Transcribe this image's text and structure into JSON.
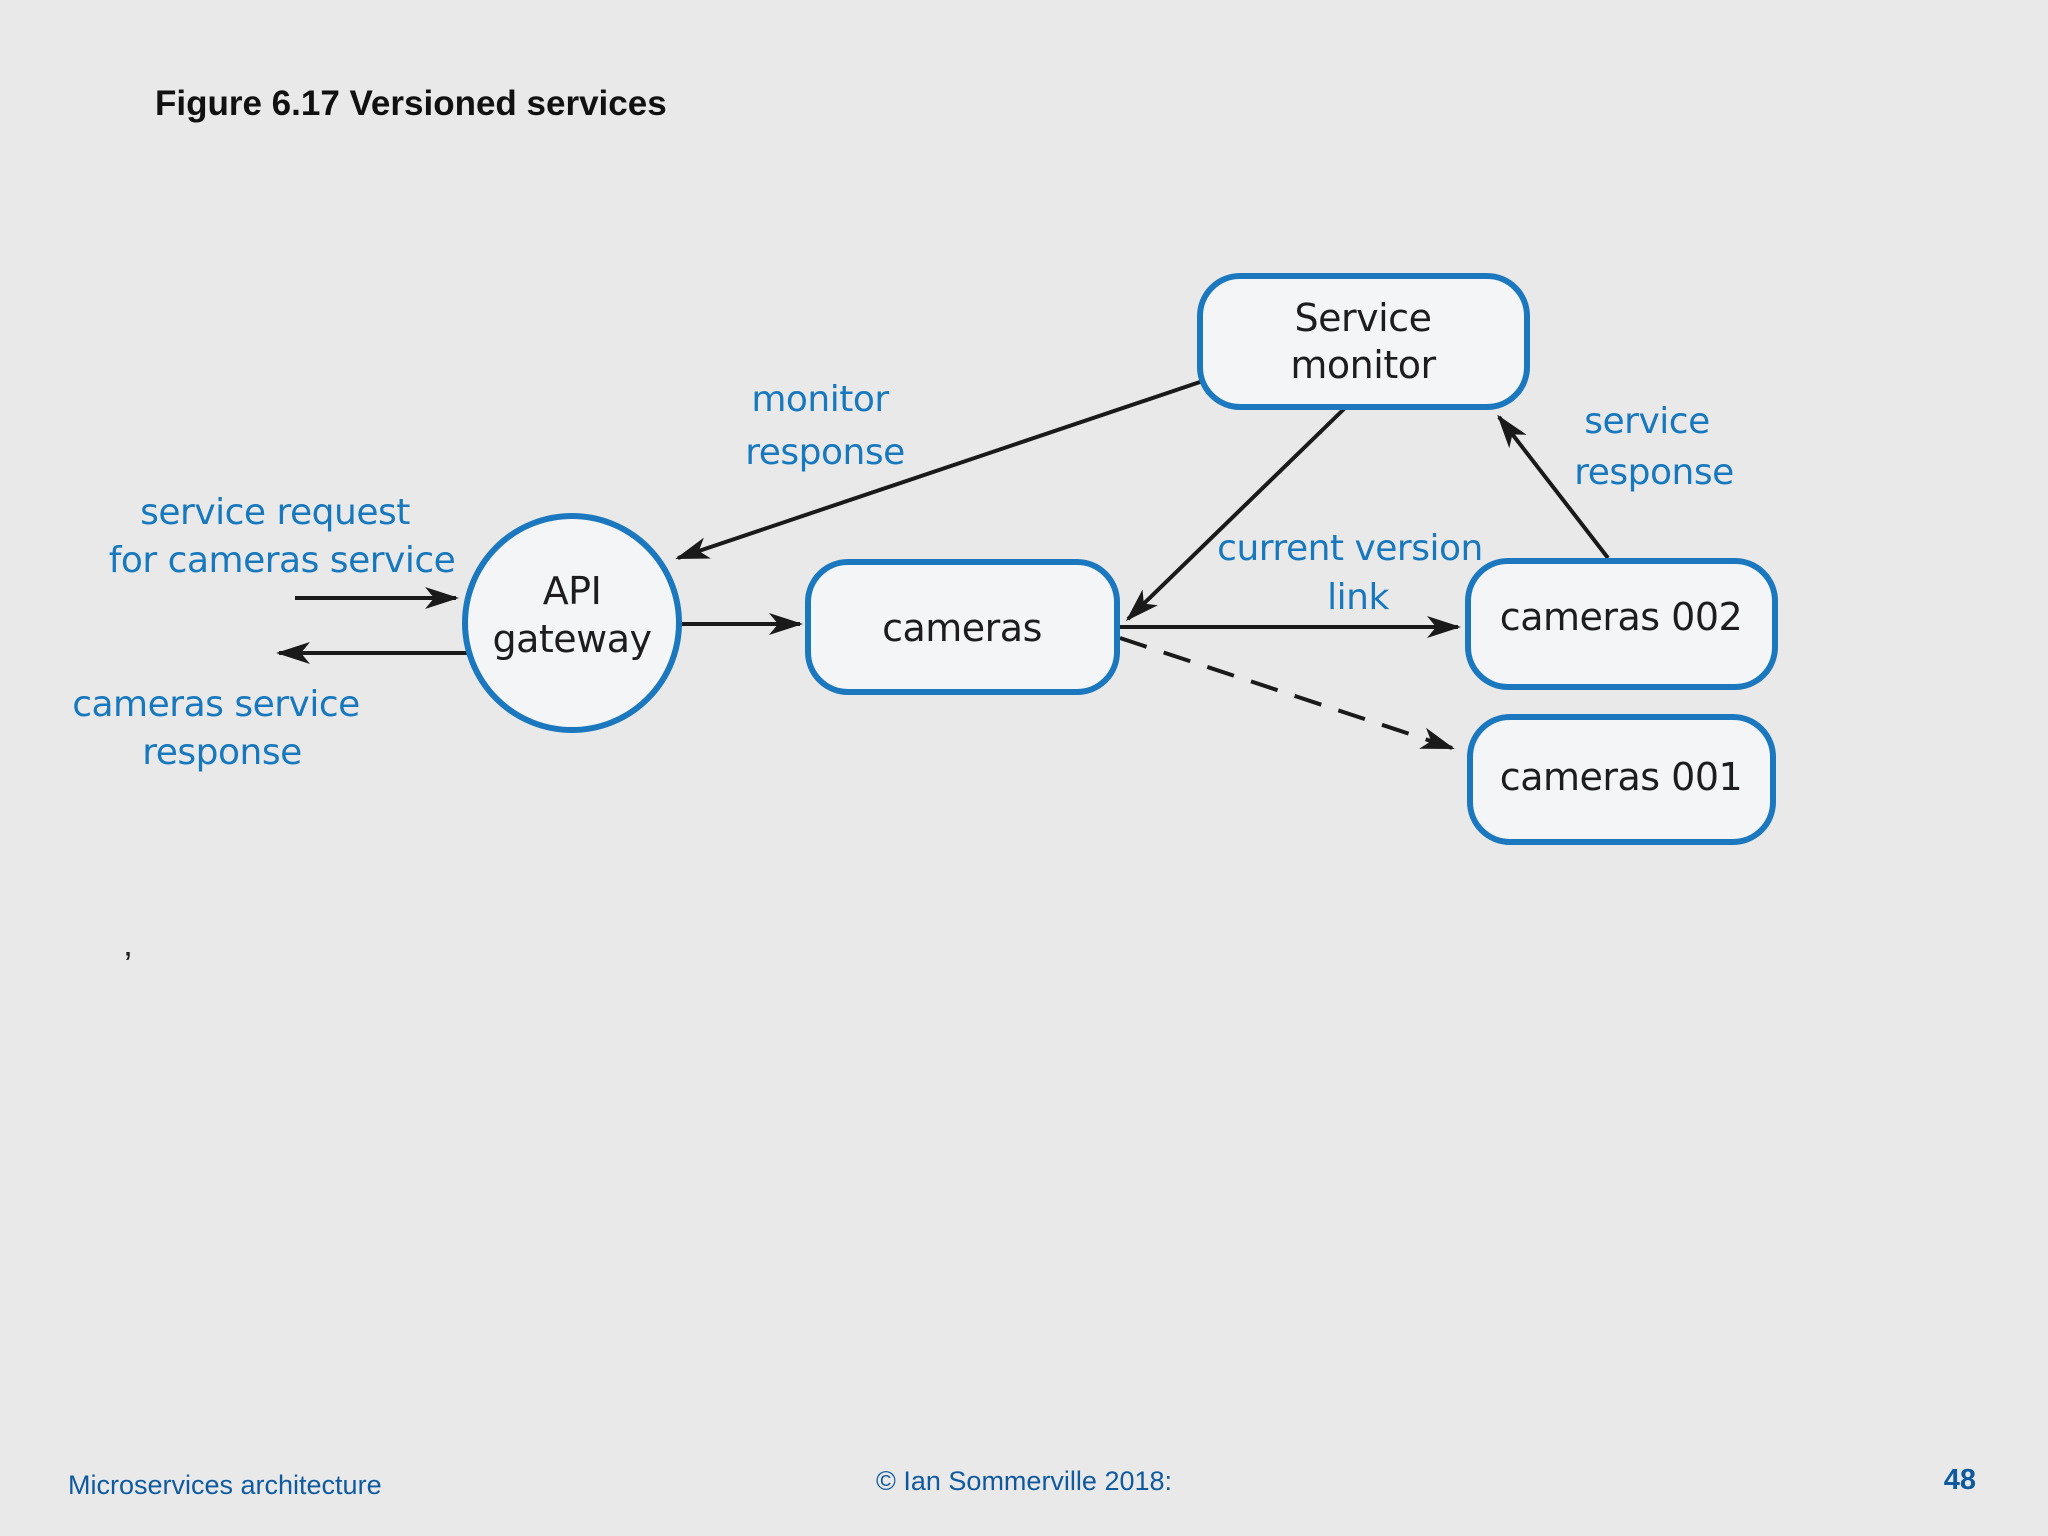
{
  "title": "Figure 6.17 Versioned services",
  "stray_mark": "’",
  "diagram": {
    "nodes": {
      "service_monitor": {
        "line1": "Service",
        "line2": "monitor"
      },
      "api_gateway": {
        "line1": "API",
        "line2": "gateway"
      },
      "cameras": {
        "label": "cameras"
      },
      "cameras_002": {
        "label": "cameras 002"
      },
      "cameras_001": {
        "label": "cameras 001"
      }
    },
    "labels": {
      "service_request_line1": "service request",
      "service_request_line2": "for cameras service",
      "cameras_response_line1": "cameras service",
      "cameras_response_line2": "response",
      "monitor_response_line1": "monitor",
      "monitor_response_line2": "response",
      "current_version_line1": "current version",
      "current_version_line2": "link",
      "service_response_line1": "service",
      "service_response_line2": "response"
    },
    "colors": {
      "node_border": "#1b78be",
      "node_fill": "#f3f5f7",
      "label_blue": "#1878be",
      "arrow": "#1a1a1a",
      "background": "#e9e9ea"
    }
  },
  "footer": {
    "left": "Microservices architecture",
    "center": "© Ian Sommerville 2018:",
    "page": "48"
  }
}
